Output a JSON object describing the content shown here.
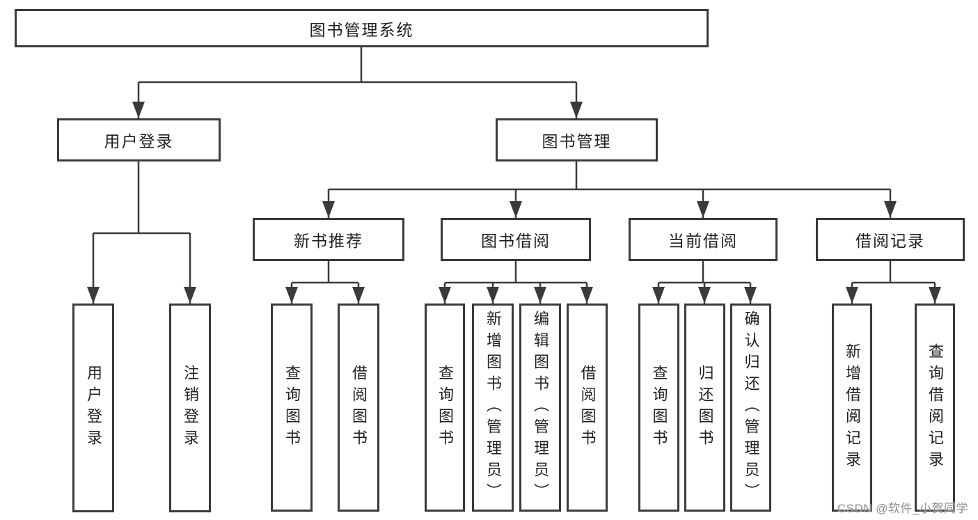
{
  "colors": {
    "background": "#ffffff",
    "line": "#3a3a3a",
    "text": "#1f1f1f",
    "watermark": "#8f8f8f"
  },
  "nodes": {
    "root": "图书管理系统",
    "user_login": "用户登录",
    "book_management": "图书管理",
    "new_book_recommend": "新书推荐",
    "book_borrow": "图书借阅",
    "current_borrow": "当前借阅",
    "borrow_records": "借阅记录",
    "leaf_user_login": "用户登录",
    "leaf_logout": "注销登录",
    "leaf_query_book_recommend": "查询图书",
    "leaf_borrow_book_recommend": "借阅图书",
    "leaf_query_book_borrow": "查询图书",
    "leaf_add_book_admin": "新增图书（管理员）",
    "leaf_edit_book_admin": "编辑图书（管理员）",
    "leaf_borrow_book_borrow": "借阅图书",
    "leaf_query_book_current": "查询图书",
    "leaf_return_book": "归还图书",
    "leaf_confirm_return_admin": "确认归还（管理员）",
    "leaf_add_borrow_record": "新增借阅记录",
    "leaf_query_borrow_record": "查询借阅记录"
  },
  "watermark": {
    "text": "CSDN @软件_小贺同学"
  }
}
